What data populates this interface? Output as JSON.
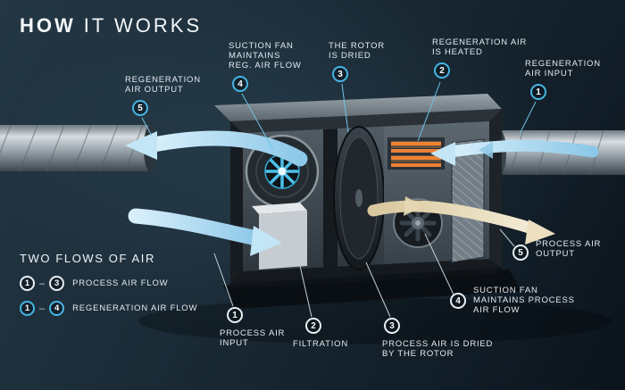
{
  "title": {
    "primary": "HOW",
    "secondary": "IT WORKS"
  },
  "colors": {
    "background": "#16242e",
    "regeneration_accent": "#46b5e4",
    "process_accent": "#e9eff3",
    "heater_glow": "#f08233",
    "flow_blue": "#a9dbf3",
    "flow_cream": "#ecdfc0"
  },
  "callouts": {
    "regen_output": {
      "number": "5",
      "label": "REGENERATION\nAIR OUTPUT"
    },
    "regen_fan": {
      "number": "4",
      "label": "SUCTION FAN\nMAINTAINS\nREG. AIR FLOW"
    },
    "rotor_dried": {
      "number": "3",
      "label": "THE ROTOR\nIS DRIED"
    },
    "regen_heated": {
      "number": "2",
      "label": "REGENERATION AIR\nIS HEATED"
    },
    "regen_input": {
      "number": "1",
      "label": "REGENERATION\nAIR INPUT"
    },
    "process_input": {
      "number": "1",
      "label": "PROCESS AIR\nINPUT"
    },
    "filtration": {
      "number": "2",
      "label": "FILTRATION"
    },
    "process_dried": {
      "number": "3",
      "label": "PROCESS AIR IS DRIED\nBY THE ROTOR"
    },
    "process_fan": {
      "number": "4",
      "label": "SUCTION FAN\nMAINTAINS PROCESS\nAIR FLOW"
    },
    "process_output": {
      "number": "5",
      "label": "PROCESS AIR\nOUTPUT"
    }
  },
  "legend": {
    "title": "TWO FLOWS OF AIR",
    "rows": [
      {
        "from": "1",
        "to": "3",
        "separator": "–",
        "label": "PROCESS AIR FLOW",
        "flow": "process"
      },
      {
        "from": "1",
        "to": "4",
        "separator": "–",
        "label": "REGENERATION AIR FLOW",
        "flow": "regeneration"
      }
    ]
  }
}
